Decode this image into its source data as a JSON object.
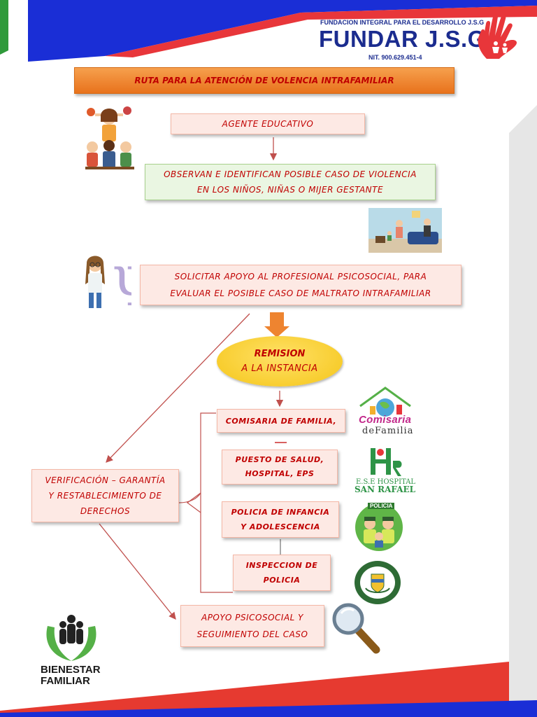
{
  "header": {
    "org_line": "FUNDACION INTEGRAL PARA EL DESARROLLO J.S.G",
    "org_name": "FUNDAR J.S.G",
    "nit": "NIT. 900.629.451-4"
  },
  "title": "RUTA PARA LA ATENCIÓN DE VOLENCIA INTRAFAMILIAR",
  "steps": {
    "agente": "AGENTE EDUCATIVO",
    "observan_1": "OBSERVAN E IDENTIFICAN POSIBLE CASO DE VIOLENCIA",
    "observan_2": "EN LOS NIÑOS, NIÑAS O MIJER GESTANTE",
    "solicitar_1": "SOLICITAR APOYO AL PROFESIONAL PSICOSOCIAL, PARA",
    "solicitar_2": "EVALUAR EL POSIBLE CASO DE MALTRATO INTRAFAMILIAR",
    "remision_1": "REMISION",
    "remision_2": "A LA INSTANCIA",
    "comisaria": "COMISARIA DE FAMILIA,",
    "puesto_1": "PUESTO DE SALUD,",
    "puesto_2": "HOSPITAL, EPS",
    "policia_1": "POLICIA DE INFANCIA",
    "policia_2": "Y ADOLESCENCIA",
    "inspeccion_1": "INSPECCION DE",
    "inspeccion_2": "POLICIA",
    "verificacion_1": "VERIFICACIÓN – GARANTÍA",
    "verificacion_2": "Y RESTABLECIMIENTO DE",
    "verificacion_3": "DERECHOS",
    "apoyo_1": "APOYO PSICOSOCIAL Y",
    "apoyo_2": "SEGUIMIENTO DEL CASO"
  },
  "logos": {
    "comisaria_word": "Comisaria",
    "comisaria_sub": "deFamilia",
    "hospital_1": "E.S.E HOSPITAL",
    "hospital_2": "SAN RAFAEL",
    "policia_word": "POLICIA",
    "bienestar_1": "BIENESTAR",
    "bienestar_2": "FAMILIAR"
  },
  "colors": {
    "accent_red": "#c00000",
    "banner_blue": "#1a2ed6",
    "title_orange": "#ee8430",
    "oval_yellow": "#f5c518"
  }
}
